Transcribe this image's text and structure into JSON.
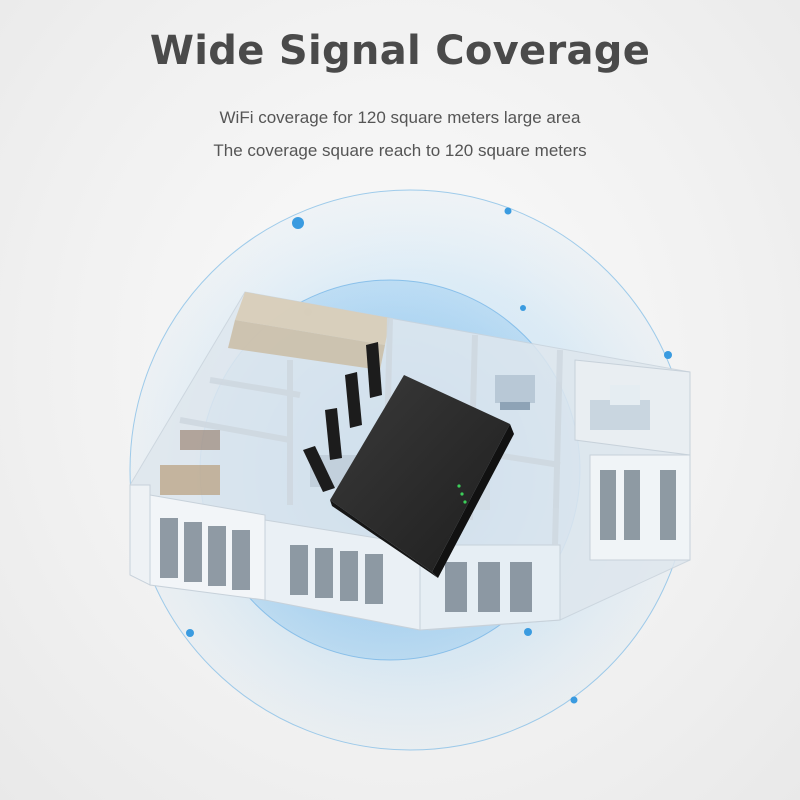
{
  "hero": {
    "title": "Wide Signal Coverage",
    "lines": [
      "WiFi coverage for 120 square meters large area",
      "The coverage square reach to 120 square meters"
    ]
  },
  "scene": {
    "subject": "router-over-apartment",
    "router_antenna_count": 4,
    "signal_color": "#3a9be0",
    "router_color": "#262626",
    "wall_color": "#dfe7ee"
  }
}
